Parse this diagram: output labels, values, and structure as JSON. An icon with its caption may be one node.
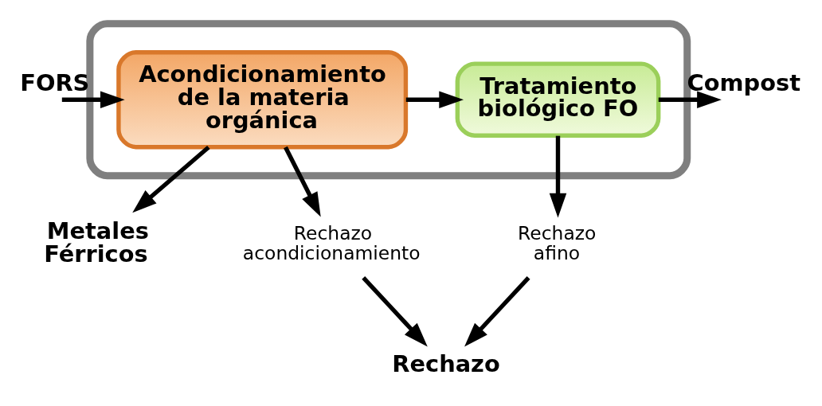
{
  "diagram": {
    "nodes": [
      {
        "text": [],
        "shape": "box"
      },
      {
        "text": [
          "Acondicionamiento de la materia orgánica"
        ],
        "in": 0
      },
      {
        "text": [
          "Tratamiento biológico FO"
        ],
        "in": 0
      },
      {
        "text": [
          "Metales Férricos"
        ]
      },
      {
        "text": [
          "Rechazo acondicionamiento"
        ]
      },
      {
        "text": [
          "Rechazo afino"
        ]
      },
      {
        "text": [
          "Rechazo"
        ]
      }
    ],
    "edges": [
      {
        "from": null,
        "to": 1,
        "arrow": "to",
        "label": "FORS"
      },
      {
        "from": 1,
        "to": 2,
        "arrow": "to"
      },
      {
        "from": 2,
        "to": null,
        "arrow": "to",
        "label": "Compost"
      },
      {
        "from": 1,
        "to": 3,
        "arrow": "to"
      },
      {
        "from": 1,
        "to": 4,
        "arrow": "to"
      },
      {
        "from": 2,
        "to": 5,
        "arrow": "to"
      },
      {
        "from": 4,
        "to": 6,
        "arrow": "to"
      },
      {
        "from": 5,
        "to": 6,
        "arrow": "to"
      }
    ]
  }
}
